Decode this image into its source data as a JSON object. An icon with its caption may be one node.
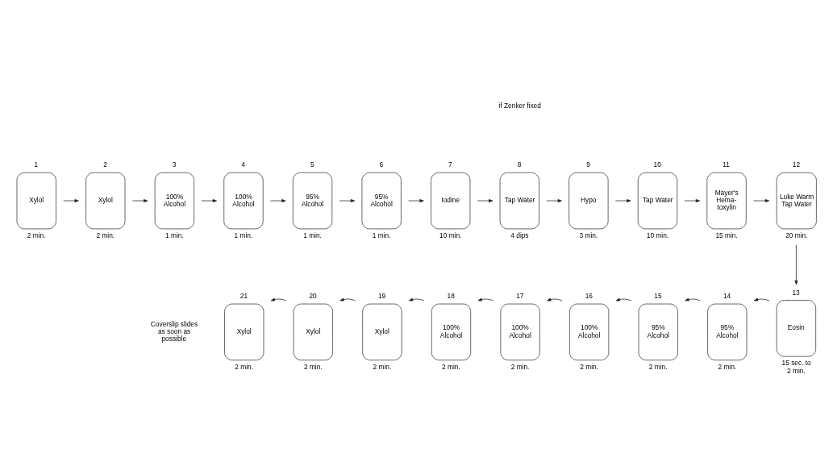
{
  "diagram": {
    "nodes": [
      {
        "text": [
          "Xylol"
        ],
        "beside": [
          "1",
          "2 min."
        ]
      },
      {
        "text": [
          "Xylol"
        ],
        "beside": [
          "2",
          "2 min."
        ]
      },
      {
        "text": [
          "100% Alcohol"
        ],
        "beside": [
          "3",
          "1 min."
        ]
      },
      {
        "text": [
          "100% Alcohol"
        ],
        "beside": [
          "4",
          "1 min."
        ]
      },
      {
        "text": [
          "95% Alcohol"
        ],
        "beside": [
          "5",
          "1 min."
        ]
      },
      {
        "text": [
          "95% Alcohol"
        ],
        "beside": [
          "6",
          "1 min."
        ]
      },
      {
        "text": [
          "Iodine"
        ],
        "beside": [
          "7",
          "10 min."
        ]
      },
      {
        "text": [
          "Tap Water"
        ],
        "beside": [
          "8",
          "4 dips"
        ]
      },
      {
        "text": [
          "Hypo"
        ],
        "beside": [
          "9",
          "3 min."
        ]
      },
      {
        "text": [
          "Tap Water"
        ],
        "beside": [
          "10",
          "10 min."
        ]
      },
      {
        "text": [
          "Mayer's Hema- toxylin"
        ],
        "beside": [
          "11",
          "15 min."
        ]
      },
      {
        "text": [
          "Luke Warm Tap Water"
        ],
        "beside": [
          "12",
          "20 min."
        ]
      },
      {
        "text": [
          "Eosin"
        ],
        "beside": [
          "13",
          "15 sec. to 2 min."
        ]
      },
      {
        "text": [
          "95% Alcohol"
        ],
        "beside": [
          "14",
          "2 min."
        ]
      },
      {
        "text": [
          "95% Alcohol"
        ],
        "beside": [
          "15",
          "2 min."
        ]
      },
      {
        "text": [
          "100% Alcohol"
        ],
        "beside": [
          "16",
          "2 min."
        ]
      },
      {
        "text": [
          "100% Alcohol"
        ],
        "beside": [
          "17",
          "2 min."
        ]
      },
      {
        "text": [
          "100% Alcohol"
        ],
        "beside": [
          "18",
          "2 min."
        ]
      },
      {
        "text": [
          "Xylol"
        ],
        "beside": [
          "19",
          "2 min."
        ]
      },
      {
        "text": [
          "Xylol"
        ],
        "beside": [
          "20",
          "2 min."
        ]
      },
      {
        "text": [
          "Xylol"
        ],
        "beside": [
          "21",
          "2 min."
        ]
      }
    ],
    "edges": [
      {
        "from": 0,
        "to": 1,
        "arrow": "to"
      },
      {
        "from": 1,
        "to": 2,
        "arrow": "to"
      },
      {
        "from": 2,
        "to": 3,
        "arrow": "to"
      },
      {
        "from": 3,
        "to": 4,
        "arrow": "to"
      },
      {
        "from": 4,
        "to": 5,
        "arrow": "to"
      },
      {
        "from": 5,
        "to": 6,
        "arrow": "to"
      },
      {
        "from": 6,
        "to": 7,
        "arrow": "to"
      },
      {
        "from": 7,
        "to": 8,
        "arrow": "to"
      },
      {
        "from": 8,
        "to": 9,
        "arrow": "to"
      },
      {
        "from": 9,
        "to": 10,
        "arrow": "to"
      },
      {
        "from": 10,
        "to": 11,
        "arrow": "to"
      },
      {
        "from": 11,
        "to": 12,
        "arrow": "to"
      },
      {
        "from": 12,
        "to": 13,
        "arrow": "to"
      },
      {
        "from": 13,
        "to": 14,
        "arrow": "to"
      },
      {
        "from": 14,
        "to": 15,
        "arrow": "to"
      },
      {
        "from": 15,
        "to": 16,
        "arrow": "to"
      },
      {
        "from": 16,
        "to": 17,
        "arrow": "to"
      },
      {
        "from": 17,
        "to": 18,
        "arrow": "to"
      },
      {
        "from": 18,
        "to": 19,
        "arrow": "to"
      },
      {
        "from": 19,
        "to": 20,
        "arrow": "to"
      }
    ],
    "labels": [
      "if Zenker fixed",
      "Coverslip slides as soon as possible"
    ]
  }
}
